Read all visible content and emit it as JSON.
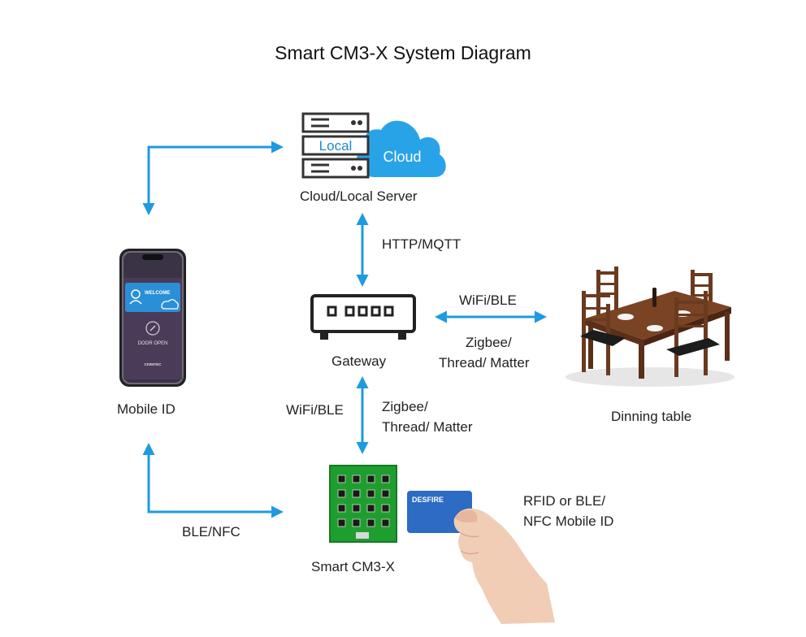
{
  "title": "Smart CM3-X System Diagram",
  "colors": {
    "arrow": "#1e9ae0",
    "cloud": "#29a3e8",
    "pcb": "#1e9e2e",
    "card": "#2d6bc4"
  },
  "server": {
    "label": "Cloud/Local Server",
    "local_text": "Local",
    "cloud_text": "Cloud"
  },
  "gateway": {
    "label": "Gateway"
  },
  "mobile": {
    "label": "Mobile ID",
    "screen_welcome": "WELCOME",
    "screen_door": "DOOR OPEN",
    "screen_brand": "CIVINTEC"
  },
  "table": {
    "label": "Dinning table"
  },
  "device": {
    "label": "Smart CM3-X"
  },
  "card": {
    "brand": "DESFIRE"
  },
  "links": {
    "server_gateway": "HTTP/MQTT",
    "gateway_table_top": "WiFi/BLE",
    "gateway_table_bottom_1": "Zigbee/",
    "gateway_table_bottom_2": "Thread/ Matter",
    "gateway_device_left": "WiFi/BLE",
    "gateway_device_right_1": "Zigbee/",
    "gateway_device_right_2": "Thread/ Matter",
    "mobile_device": "BLE/NFC",
    "card_1": "RFID or BLE/",
    "card_2": "NFC Mobile ID"
  }
}
